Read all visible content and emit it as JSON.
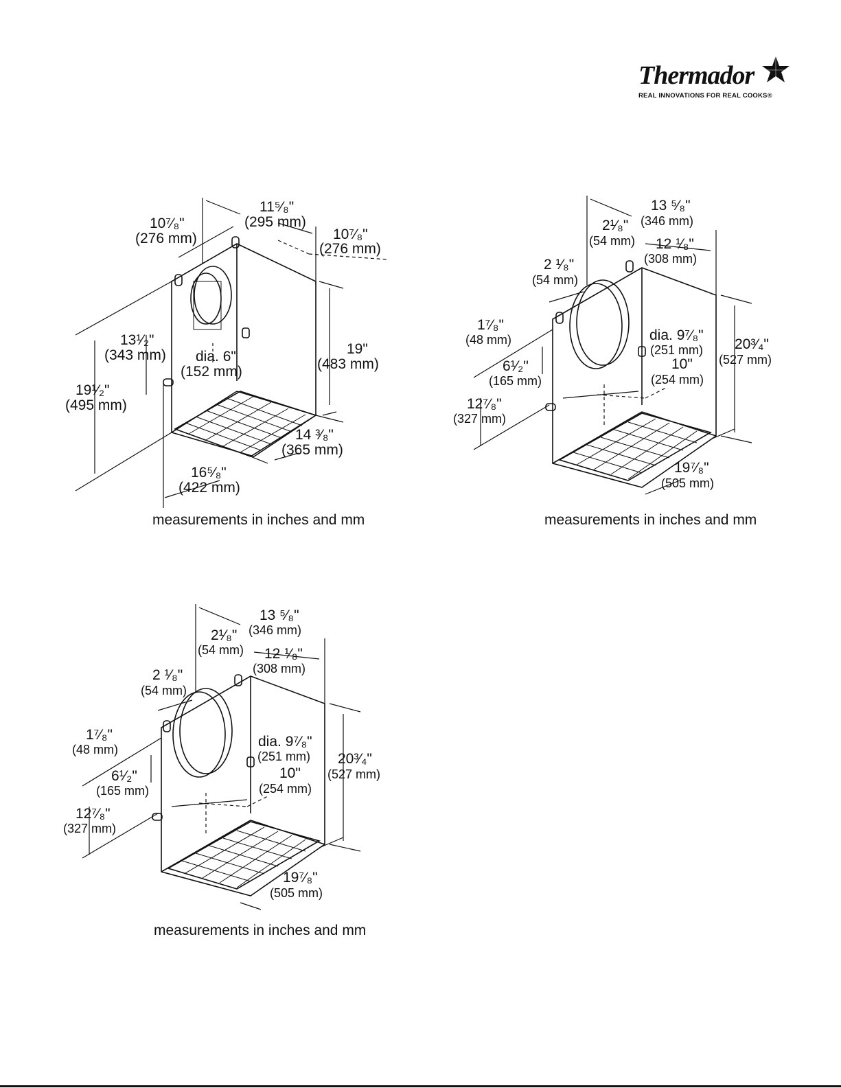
{
  "brand": {
    "name": "Thermador",
    "registered": "®",
    "tagline": "REAL INNOVATIONS FOR REAL COOKS®"
  },
  "drawings": [
    {
      "labels": {
        "top_width": "11⁵⁄₈\"",
        "top_width_mm": "(295 mm)",
        "left_offset": "10⁷⁄₈\"",
        "left_offset_mm": "(276 mm)",
        "right_offset": "10⁷⁄₈\"",
        "right_offset_mm": "(276 mm)",
        "hole_height": "13¹⁄₂\"",
        "hole_height_mm": "(343 mm)",
        "total_height": "19¹⁄₂\"",
        "total_height_mm": "(495 mm)",
        "box_height": "19\"",
        "box_height_mm": "(483 mm)",
        "diameter": "dia. 6\"",
        "diameter_mm": "(152 mm)",
        "depth": "14 ³⁄₈\"",
        "depth_mm": "(365 mm)",
        "width": "16⁵⁄₈\"",
        "width_mm": "(422 mm)"
      },
      "caption": "measurements in inches and mm"
    },
    {
      "labels": {
        "top_width": "13 ⁵⁄₈\"",
        "top_width_mm": "(346 mm)",
        "inner_offset": "2¹⁄₈\"",
        "inner_offset_mm": "(54 mm)",
        "side_offset": "12 ¹⁄₈\"",
        "side_offset_mm": "(308 mm)",
        "left_offset": "2 ¹⁄₈\"",
        "left_offset_mm": "(54 mm)",
        "small_height": "1⁷⁄₈\"",
        "small_height_mm": "(48 mm)",
        "hole_height": "6¹⁄₂\"",
        "hole_height_mm": "(165 mm)",
        "lower_height": "12⁷⁄₈\"",
        "lower_height_mm": "(327 mm)",
        "diameter": "dia. 9⁷⁄₈\"",
        "diameter_mm": "(251 mm)",
        "center": "10\"",
        "center_mm": "(254 mm)",
        "box_height": "20³⁄₄\"",
        "box_height_mm": "(527 mm)",
        "width": "19⁷⁄₈\"",
        "width_mm": "(505 mm)"
      },
      "caption": "measurements in inches and mm"
    },
    {
      "labels": {
        "top_width": "13 ⁵⁄₈\"",
        "top_width_mm": "(346 mm)",
        "inner_offset": "2¹⁄₈\"",
        "inner_offset_mm": "(54 mm)",
        "side_offset": "12 ¹⁄₈\"",
        "side_offset_mm": "(308 mm)",
        "left_offset": "2 ¹⁄₈\"",
        "left_offset_mm": "(54 mm)",
        "small_height": "1⁷⁄₈\"",
        "small_height_mm": "(48 mm)",
        "hole_height": "6¹⁄₂\"",
        "hole_height_mm": "(165 mm)",
        "lower_height": "12⁷⁄₈\"",
        "lower_height_mm": "(327 mm)",
        "diameter": "dia. 9⁷⁄₈\"",
        "diameter_mm": "(251 mm)",
        "center": "10\"",
        "center_mm": "(254 mm)",
        "box_height": "20³⁄₄\"",
        "box_height_mm": "(527 mm)",
        "width": "19⁷⁄₈\"",
        "width_mm": "(505 mm)"
      },
      "caption": "measurements in inches and mm"
    }
  ],
  "icons": {
    "logo_star": "star-icon"
  }
}
